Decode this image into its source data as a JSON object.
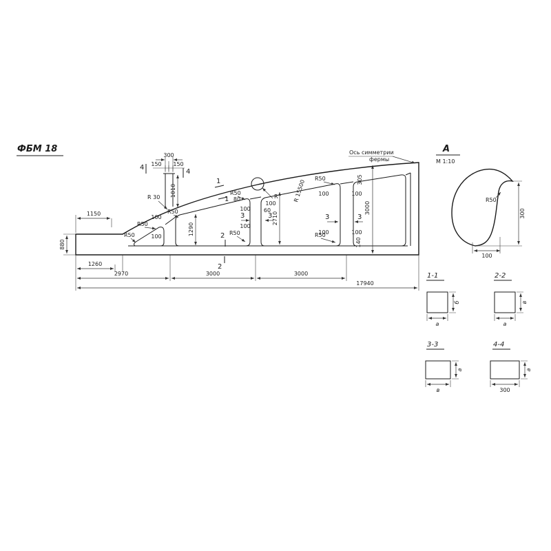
{
  "title": "ФБМ 18",
  "main_view": {
    "symmetry_line1": "Ось симметрии",
    "symmetry_line2": "фермы",
    "dims": {
      "d300": "300",
      "d150": "150",
      "d1010": "1010",
      "d1290": "1290",
      "r30": "R 30",
      "d1150": "1150",
      "d880": "880",
      "d1260": "1260",
      "d2970": "2970",
      "d3000": "3000",
      "d17940": "17940",
      "r50": "R50",
      "d100": "100",
      "d80": "80",
      "d60": "60",
      "r_label": "R",
      "d2710": "2710",
      "r15500": "R 15500",
      "d305": "305",
      "d140": "140"
    },
    "marks": {
      "m1": "1",
      "m2": "2",
      "m3": "3",
      "m4": "4"
    }
  },
  "detail_a": {
    "title": "А",
    "scale": "М 1:10",
    "r50": "R50",
    "d300": "300",
    "d100": "100"
  },
  "sections": [
    {
      "title": "1-1",
      "width_label": "а",
      "height_label": "б"
    },
    {
      "title": "2-2",
      "width_label": "а",
      "height_label": "в"
    },
    {
      "title": "3-3",
      "width_label": "в",
      "height_label": "а"
    },
    {
      "title": "4-4",
      "width_label": "300",
      "height_label": "а"
    }
  ]
}
